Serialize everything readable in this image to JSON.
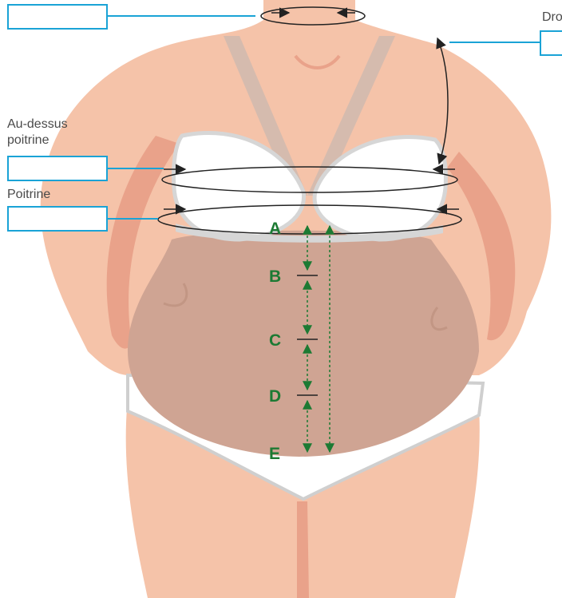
{
  "labels": {
    "shoulder_partial": "Dro",
    "above_bust_line1": "Au-dessus",
    "above_bust_line2": "poitrine",
    "bust": "Poitrine"
  },
  "inputs": {
    "neck": "",
    "shoulder": "",
    "above_bust": "",
    "bust": ""
  },
  "zones": [
    "A",
    "B",
    "C",
    "D",
    "E"
  ],
  "colors": {
    "skin": "#f5c3a9",
    "skin_shadow": "#e9a28a",
    "belly": "#cfa493",
    "bra": "#ffffff",
    "strap": "#c9b8b0",
    "field_border": "#1aa3d6",
    "zone_marker": "#1c7a33",
    "measure_line": "#222222"
  },
  "icons": [
    "circumference-arrow-icon",
    "vertical-measure-arrow-icon",
    "zone-tick-icon"
  ]
}
